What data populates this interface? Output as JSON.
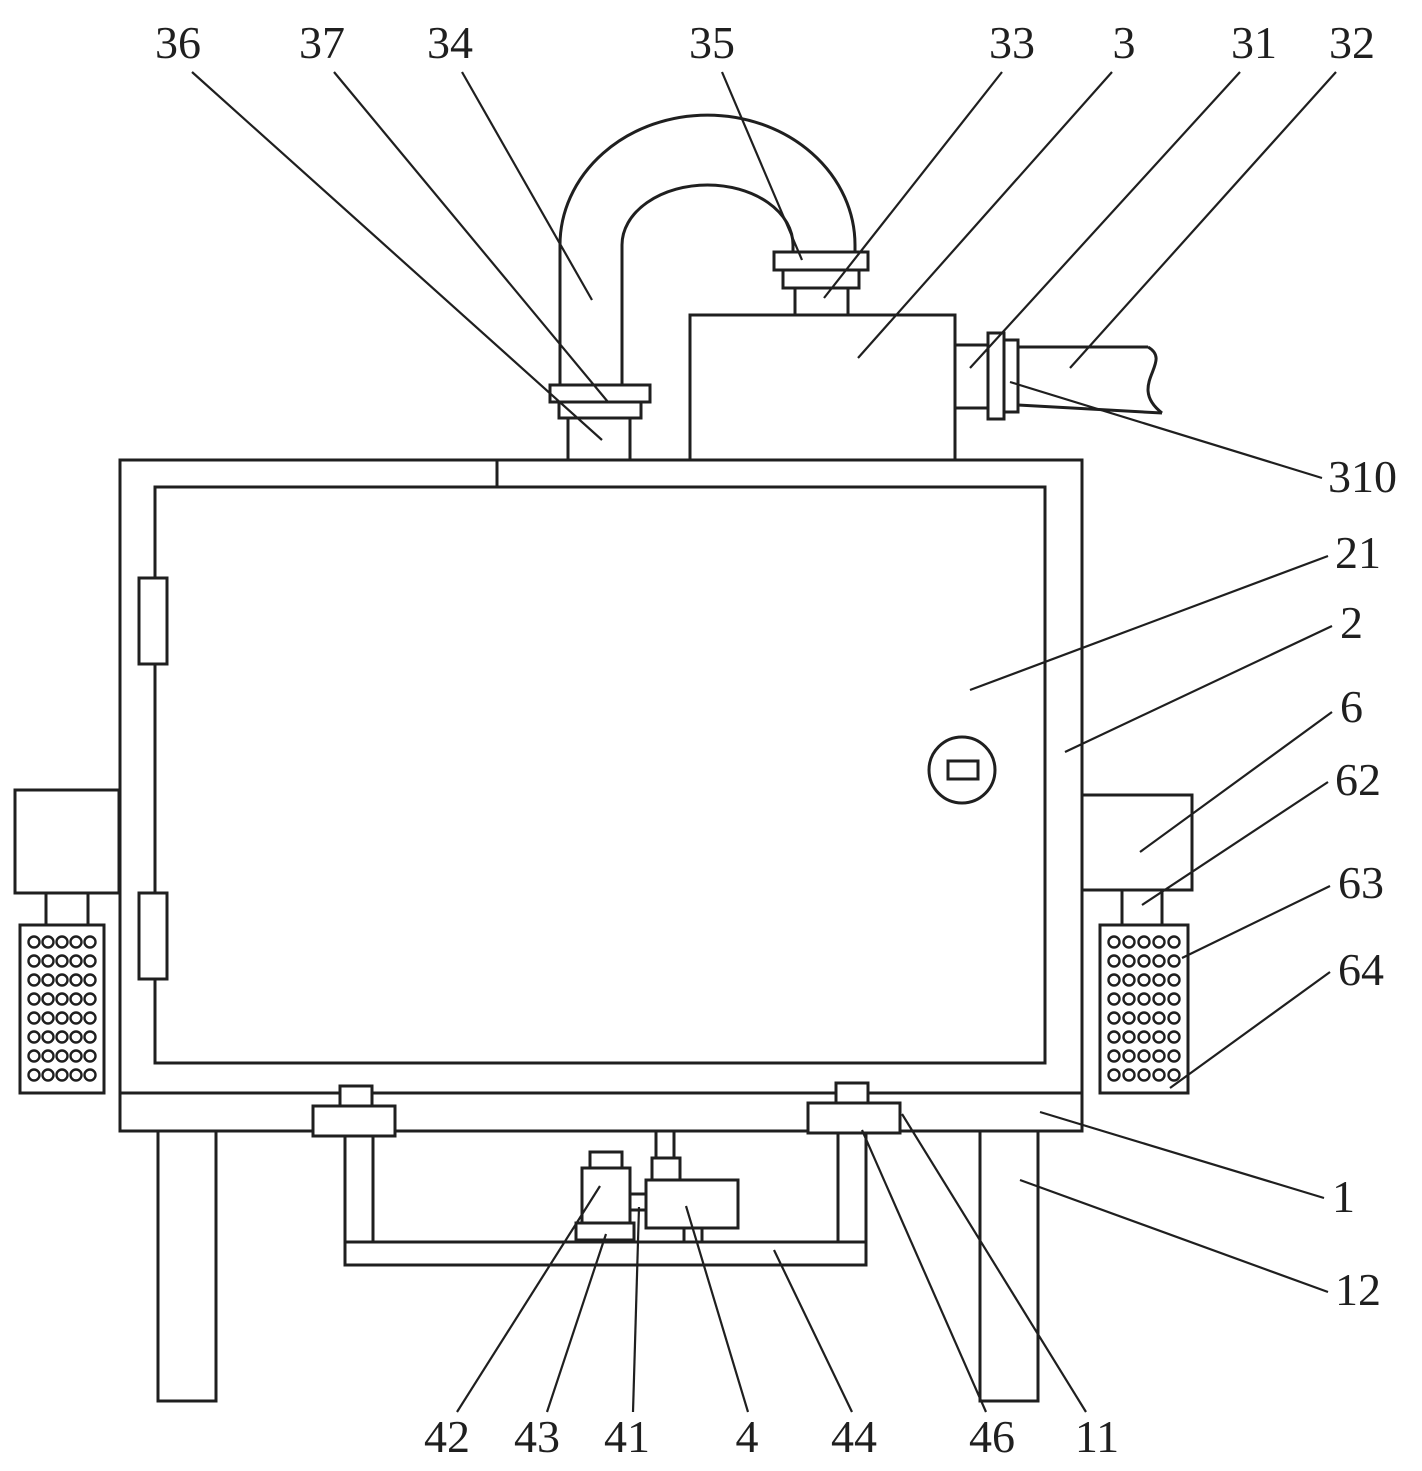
{
  "figure": {
    "background_color": "#ffffff",
    "line_color": "#1f1f1f",
    "description_labels_present": 24
  },
  "labels": {
    "n36": "36",
    "n37": "37",
    "n34": "34",
    "n35": "35",
    "n33": "33",
    "n3": "3",
    "n31": "31",
    "n32": "32",
    "n310": "310",
    "n21": "21",
    "n2": "2",
    "n6": "6",
    "n62": "62",
    "n63": "63",
    "n64": "64",
    "n1": "1",
    "n12": "12",
    "n42": "42",
    "n43": "43",
    "n41": "41",
    "n4": "4",
    "n44": "44",
    "n46": "46",
    "n11": "11"
  }
}
